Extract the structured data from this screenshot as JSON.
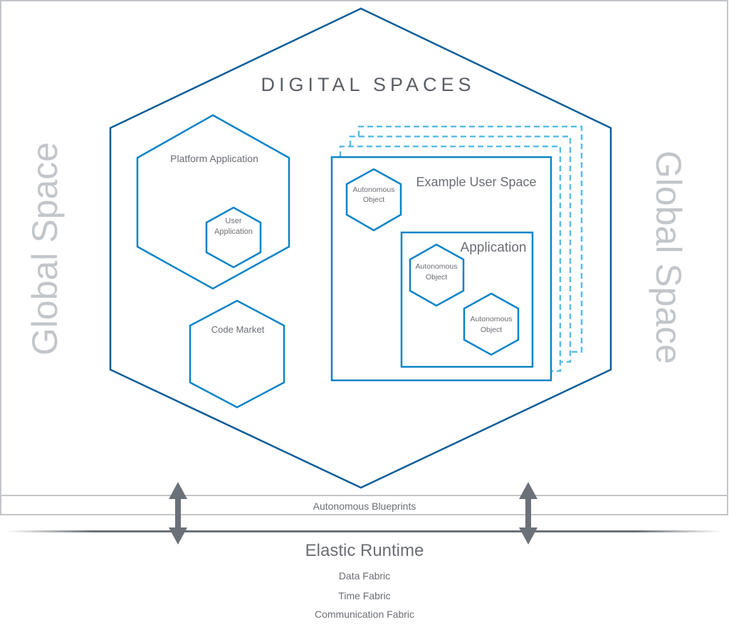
{
  "title": "DIGITAL SPACES",
  "global_space_left": "Global Space",
  "global_space_right": "Global Space",
  "platform_application": {
    "label": "Platform Application",
    "user_application": [
      "User",
      "Application"
    ]
  },
  "code_market": "Code Market",
  "user_space": {
    "label": "Example User Space",
    "object": [
      "Autonomous",
      "Object"
    ],
    "application": {
      "label": "Application",
      "objects": [
        [
          "Autonomous",
          "Object"
        ],
        [
          "Autonomous",
          "Object"
        ]
      ]
    }
  },
  "autonomous_blueprints": "Autonomous Blueprints",
  "elastic_runtime": "Elastic Runtime",
  "fabrics": [
    "Data Fabric",
    "Time Fabric",
    "Communication Fabric"
  ],
  "colors": {
    "dark_blue": "#0b5d98",
    "blue": "#0a84c6",
    "light_blue": "#5bbde6",
    "gray": "#c2c6ca",
    "arrow": "#6b7178"
  }
}
